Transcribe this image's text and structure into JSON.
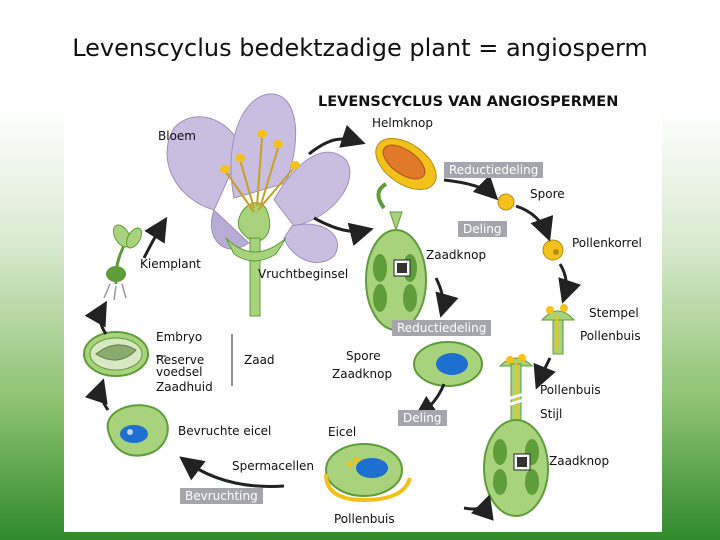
{
  "slide": {
    "title": "Levenscyclus bedektzadige plant = angiosperm"
  },
  "diagram": {
    "heading": "LEVENSCYCLUS VAN ANGIOSPERMEN",
    "labels": {
      "bloem": "Bloem",
      "helmknop": "Helmknop",
      "spore_top": "Spore",
      "pollenkorrel": "Pollenkorrel",
      "zaadknop_top": "Zaadknop",
      "vruchtbeginsel": "Vruchtbeginsel",
      "kiemplant": "Kiemplant",
      "stempel": "Stempel",
      "pollenbuis_right": "Pollenbuis",
      "embryo": "Embryo",
      "reserve": "Reserve",
      "voedsel": "voedsel",
      "zaadhuid": "Zaadhuid",
      "zaad": "Zaad",
      "spore_mid": "Spore",
      "zaadknop_mid": "Zaadknop",
      "pollenbuis_mid": "Pollenbuis",
      "stijl": "Stijl",
      "zaadknop_bottom": "Zaadknop",
      "bevruchte_eicel": "Bevruchte eicel",
      "eicel": "Eicel",
      "spermacellen": "Spermacellen",
      "pollenbuis_bottom": "Pollenbuis"
    },
    "stages": {
      "reductiedeling_top": "Reductiedeling",
      "deling_top": "Deling",
      "reductiedeling_mid": "Reductiedeling",
      "deling_mid": "Deling",
      "bevruchting": "Bevruchting"
    },
    "colors": {
      "petal": "#c9bde0",
      "green_light": "#a9d27c",
      "green_dark": "#5f9c3a",
      "yellow": "#f2c21b",
      "nucleus_blue": "#1e6fd0",
      "stage_box": "#a5a5ad",
      "arrow": "#222222"
    }
  }
}
